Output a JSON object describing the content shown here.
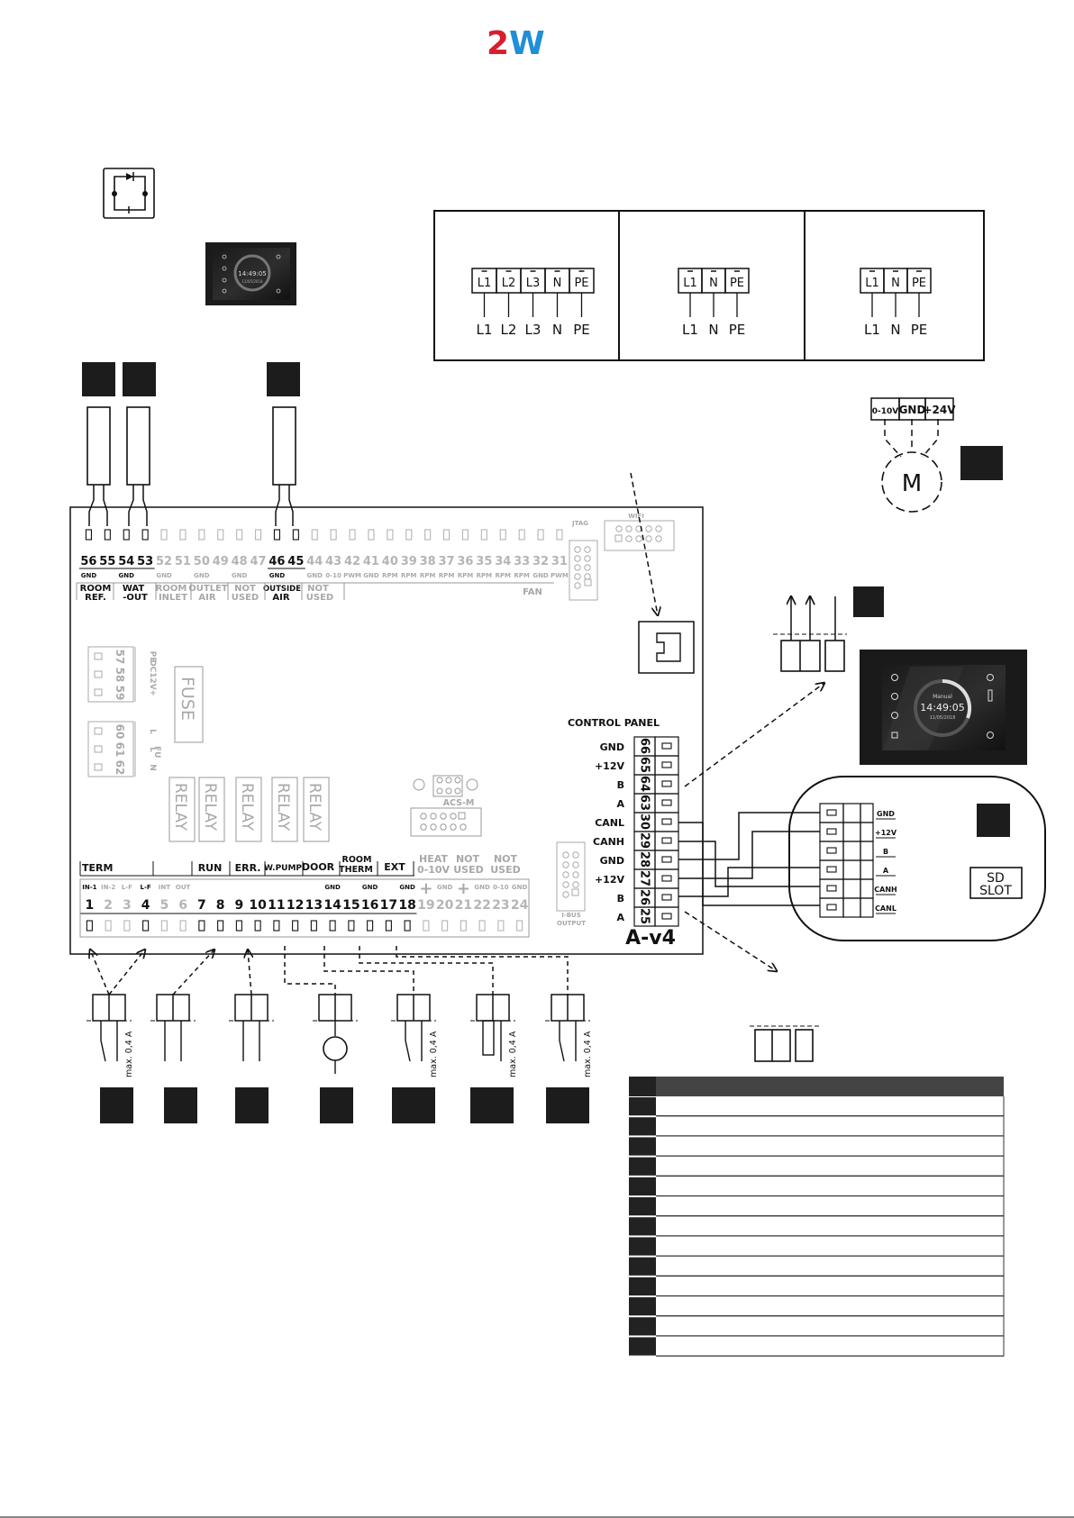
{
  "logo": {
    "text_left": "2",
    "text_right": "W",
    "color_red": "#d81e2c",
    "color_blue": "#1f8fd8"
  },
  "colors": {
    "line": "#111111",
    "grey": "#a8a8a8",
    "dark_box": "#1c1c1c"
  },
  "power_boxes": [
    {
      "terminals": [
        "L1",
        "L2",
        "L3",
        "N",
        "PE"
      ],
      "labels": [
        "L1",
        "L2",
        "L3",
        "N",
        "PE"
      ]
    },
    {
      "terminals": [
        "L1",
        "N",
        "PE"
      ],
      "labels": [
        "L1",
        "N",
        "PE"
      ]
    },
    {
      "terminals": [
        "L1",
        "N",
        "PE"
      ],
      "labels": [
        "L1",
        "N",
        "PE"
      ]
    }
  ],
  "motor": {
    "terminals": [
      "0-10V",
      "GND",
      "+24V"
    ],
    "label": "M"
  },
  "board": {
    "name": "A-v4",
    "jtag": "JTAG",
    "wifi": "WIFI",
    "top_terminals": [
      "56",
      "55",
      "54",
      "53",
      "52",
      "51",
      "50",
      "49",
      "48",
      "47",
      "46",
      "45",
      "44",
      "43",
      "42",
      "41",
      "40",
      "39",
      "38",
      "37",
      "36",
      "35",
      "34",
      "33",
      "32",
      "31"
    ],
    "top_sub": [
      "GND",
      "",
      "GND",
      "",
      "GND",
      "",
      "GND",
      "",
      "GND",
      "",
      "GND",
      "",
      "GND",
      "0-10",
      "PWM",
      "GND",
      "RPM",
      "RPM",
      "RPM",
      "RPM",
      "RPM",
      "RPM",
      "RPM",
      "RPM",
      "GND",
      "PWM"
    ],
    "top_groups": {
      "room_ref_1": "ROOM",
      "room_ref_2": "REF.",
      "wat_out_1": "WAT",
      "wat_out_2": "-OUT",
      "room_inlet_1": "ROOM",
      "room_inlet_2": "INLET",
      "outlet_air_1": "OUTLET",
      "outlet_air_2": "AIR",
      "not_used_a_1": "NOT",
      "not_used_a_2": "USED",
      "outside_air_1": "OUTSIDE",
      "outside_air_2": "AIR",
      "not_used_b_1": "NOT",
      "not_used_b_2": "USED",
      "fan": "FAN"
    },
    "side_terminals": [
      {
        "num": "57",
        "label": "PE"
      },
      {
        "num": "58",
        "label": "DC12V"
      },
      {
        "num": "59",
        "label": "+"
      },
      {
        "num": "60",
        "label": "L"
      },
      {
        "num": "61",
        "label": "L"
      },
      {
        "num": "62",
        "label": "N"
      }
    ],
    "fu": "FU",
    "fuse": "FUSE",
    "relay": "RELAY",
    "acs_m": "ACS-M",
    "ibus_1": "I-BUS",
    "ibus_2": "OUTPUT",
    "bottom_terminals": [
      "1",
      "2",
      "3",
      "4",
      "5",
      "6",
      "7",
      "8",
      "9",
      "10",
      "11",
      "12",
      "13",
      "14",
      "15",
      "16",
      "17",
      "18",
      "19",
      "20",
      "21",
      "22",
      "23",
      "24"
    ],
    "bottom_sub": [
      "IN-1",
      "IN-2",
      "L-F",
      "L-F",
      "INT",
      "OUT",
      "",
      "",
      "",
      "",
      "",
      "",
      "",
      "GND",
      "",
      "GND",
      "",
      "GND",
      "+",
      "GND",
      "+",
      "GND",
      "0-10",
      "GND"
    ],
    "bottom_groups": {
      "term": "TERM",
      "run": "RUN",
      "err": "ERR.",
      "wpump": "W.PUMP",
      "door": "DOOR",
      "room_therm_1": "ROOM",
      "room_therm_2": "THERM",
      "ext": "EXT",
      "heat_1": "HEAT",
      "heat_2": "0-10V",
      "not_used_c_1": "NOT",
      "not_used_c_2": "USED",
      "not_used_d_1": "NOT",
      "not_used_d_2": "USED"
    },
    "control_panel_title": "CONTROL PANEL",
    "control_panel": [
      {
        "label": "GND",
        "num": "66"
      },
      {
        "label": "+12V",
        "num": "65"
      },
      {
        "label": "B",
        "num": "64"
      },
      {
        "label": "A",
        "num": "63"
      },
      {
        "label": "CANL",
        "num": "30"
      },
      {
        "label": "CANH",
        "num": "29"
      },
      {
        "label": "GND",
        "num": "28"
      },
      {
        "label": "+12V",
        "num": "27"
      },
      {
        "label": "B",
        "num": "26"
      },
      {
        "label": "A",
        "num": "25"
      }
    ]
  },
  "module": {
    "terminals": [
      "GND",
      "+12V",
      "B",
      "A",
      "CANH",
      "CANL"
    ],
    "sd_1": "SD",
    "sd_2": "SLOT"
  },
  "display": {
    "mode": "Manual",
    "time": "14:49:05",
    "date": "11/05/2018"
  },
  "max_label": "max. 0,4 A",
  "table_rows": 13
}
